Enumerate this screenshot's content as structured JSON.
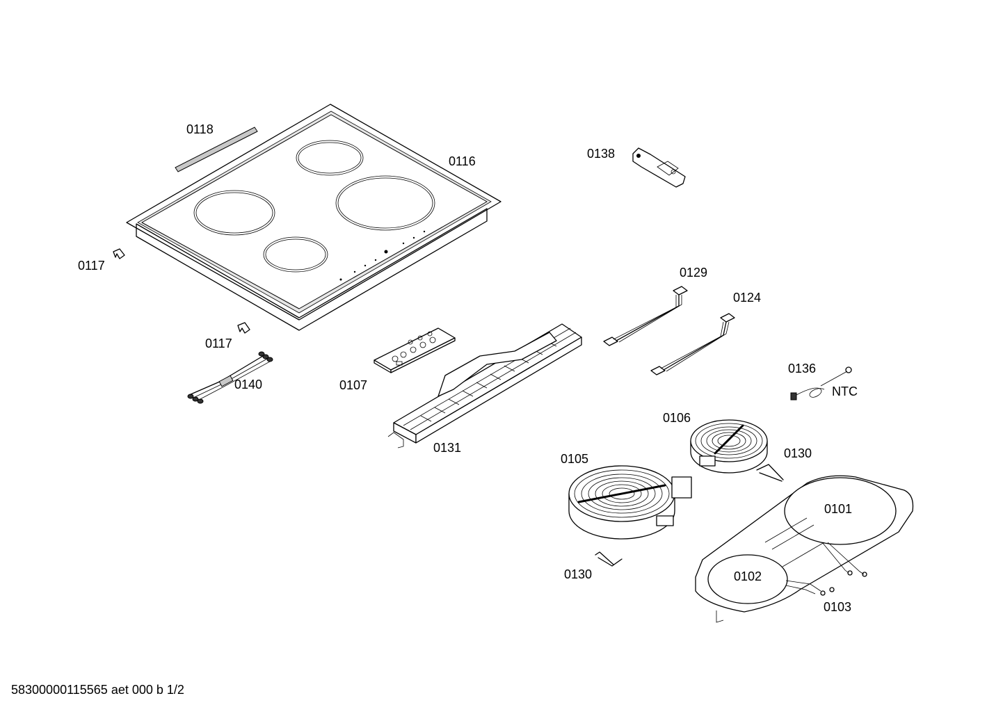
{
  "drawing": {
    "part_labels": {
      "p0118": "0118",
      "p0116": "0116",
      "p0138": "0138",
      "p0117a": "0117",
      "p0117b": "0117",
      "p0129": "0129",
      "p0124": "0124",
      "p0140": "0140",
      "p0107": "0107",
      "p0136": "0136",
      "ntc": "NTC",
      "p0131": "0131",
      "p0106": "0106",
      "p0130a": "0130",
      "p0105": "0105",
      "p0101": "0101",
      "p0130b": "0130",
      "p0102": "0102",
      "p0103": "0103"
    },
    "footer_text": "58300000115565 aet 000 b 1/2"
  }
}
